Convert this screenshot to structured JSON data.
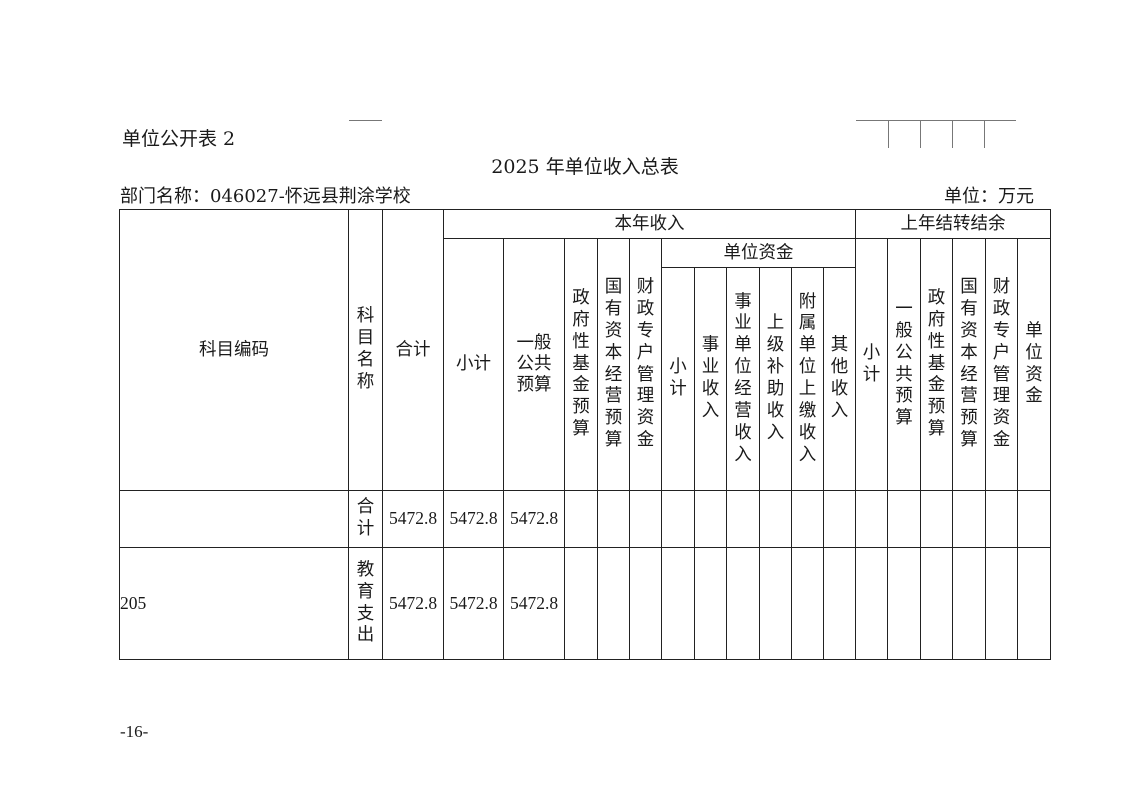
{
  "header": {
    "form_label": "单位公开表 2",
    "title": "2025 年单位收入总表",
    "department": "部门名称：046027-怀远县荆涂学校",
    "unit": "单位：万元"
  },
  "table": {
    "col_code": "科目编码",
    "col_name": "科目名称",
    "col_total": "合计",
    "group_current": "本年收入",
    "group_prior": "上年结转结余",
    "cur_subtotal": "小计",
    "cur_general": "一般公共预算",
    "cur_gov_fund": "政府性基金预算",
    "cur_state_capital": "国有资本经营预算",
    "cur_fiscal_special": "财政专户管理资金",
    "group_unit_funds": "单位资金",
    "uf_subtotal": "小计",
    "uf_business": "事业收入",
    "uf_operating": "事业单位经营收入",
    "uf_subsidy": "上级补助收入",
    "uf_affiliated": "附属单位上缴收入",
    "uf_other": "其他收入",
    "pr_subtotal": "小计",
    "pr_general": "一般公共预算",
    "pr_gov_fund": "政府性基金预算",
    "pr_state_capital": "国有资本经营预算",
    "pr_fiscal_special": "财政专户管理资金",
    "pr_unit_funds": "单位资金",
    "rows": [
      {
        "code": "",
        "name": "合计",
        "total": "5472.8",
        "subtotal": "5472.8",
        "general": "5472.8"
      },
      {
        "code": "205",
        "name": "教育支出",
        "total": "5472.8",
        "subtotal": "5472.8",
        "general": "5472.8"
      }
    ]
  },
  "footer": {
    "page": "-16-"
  }
}
